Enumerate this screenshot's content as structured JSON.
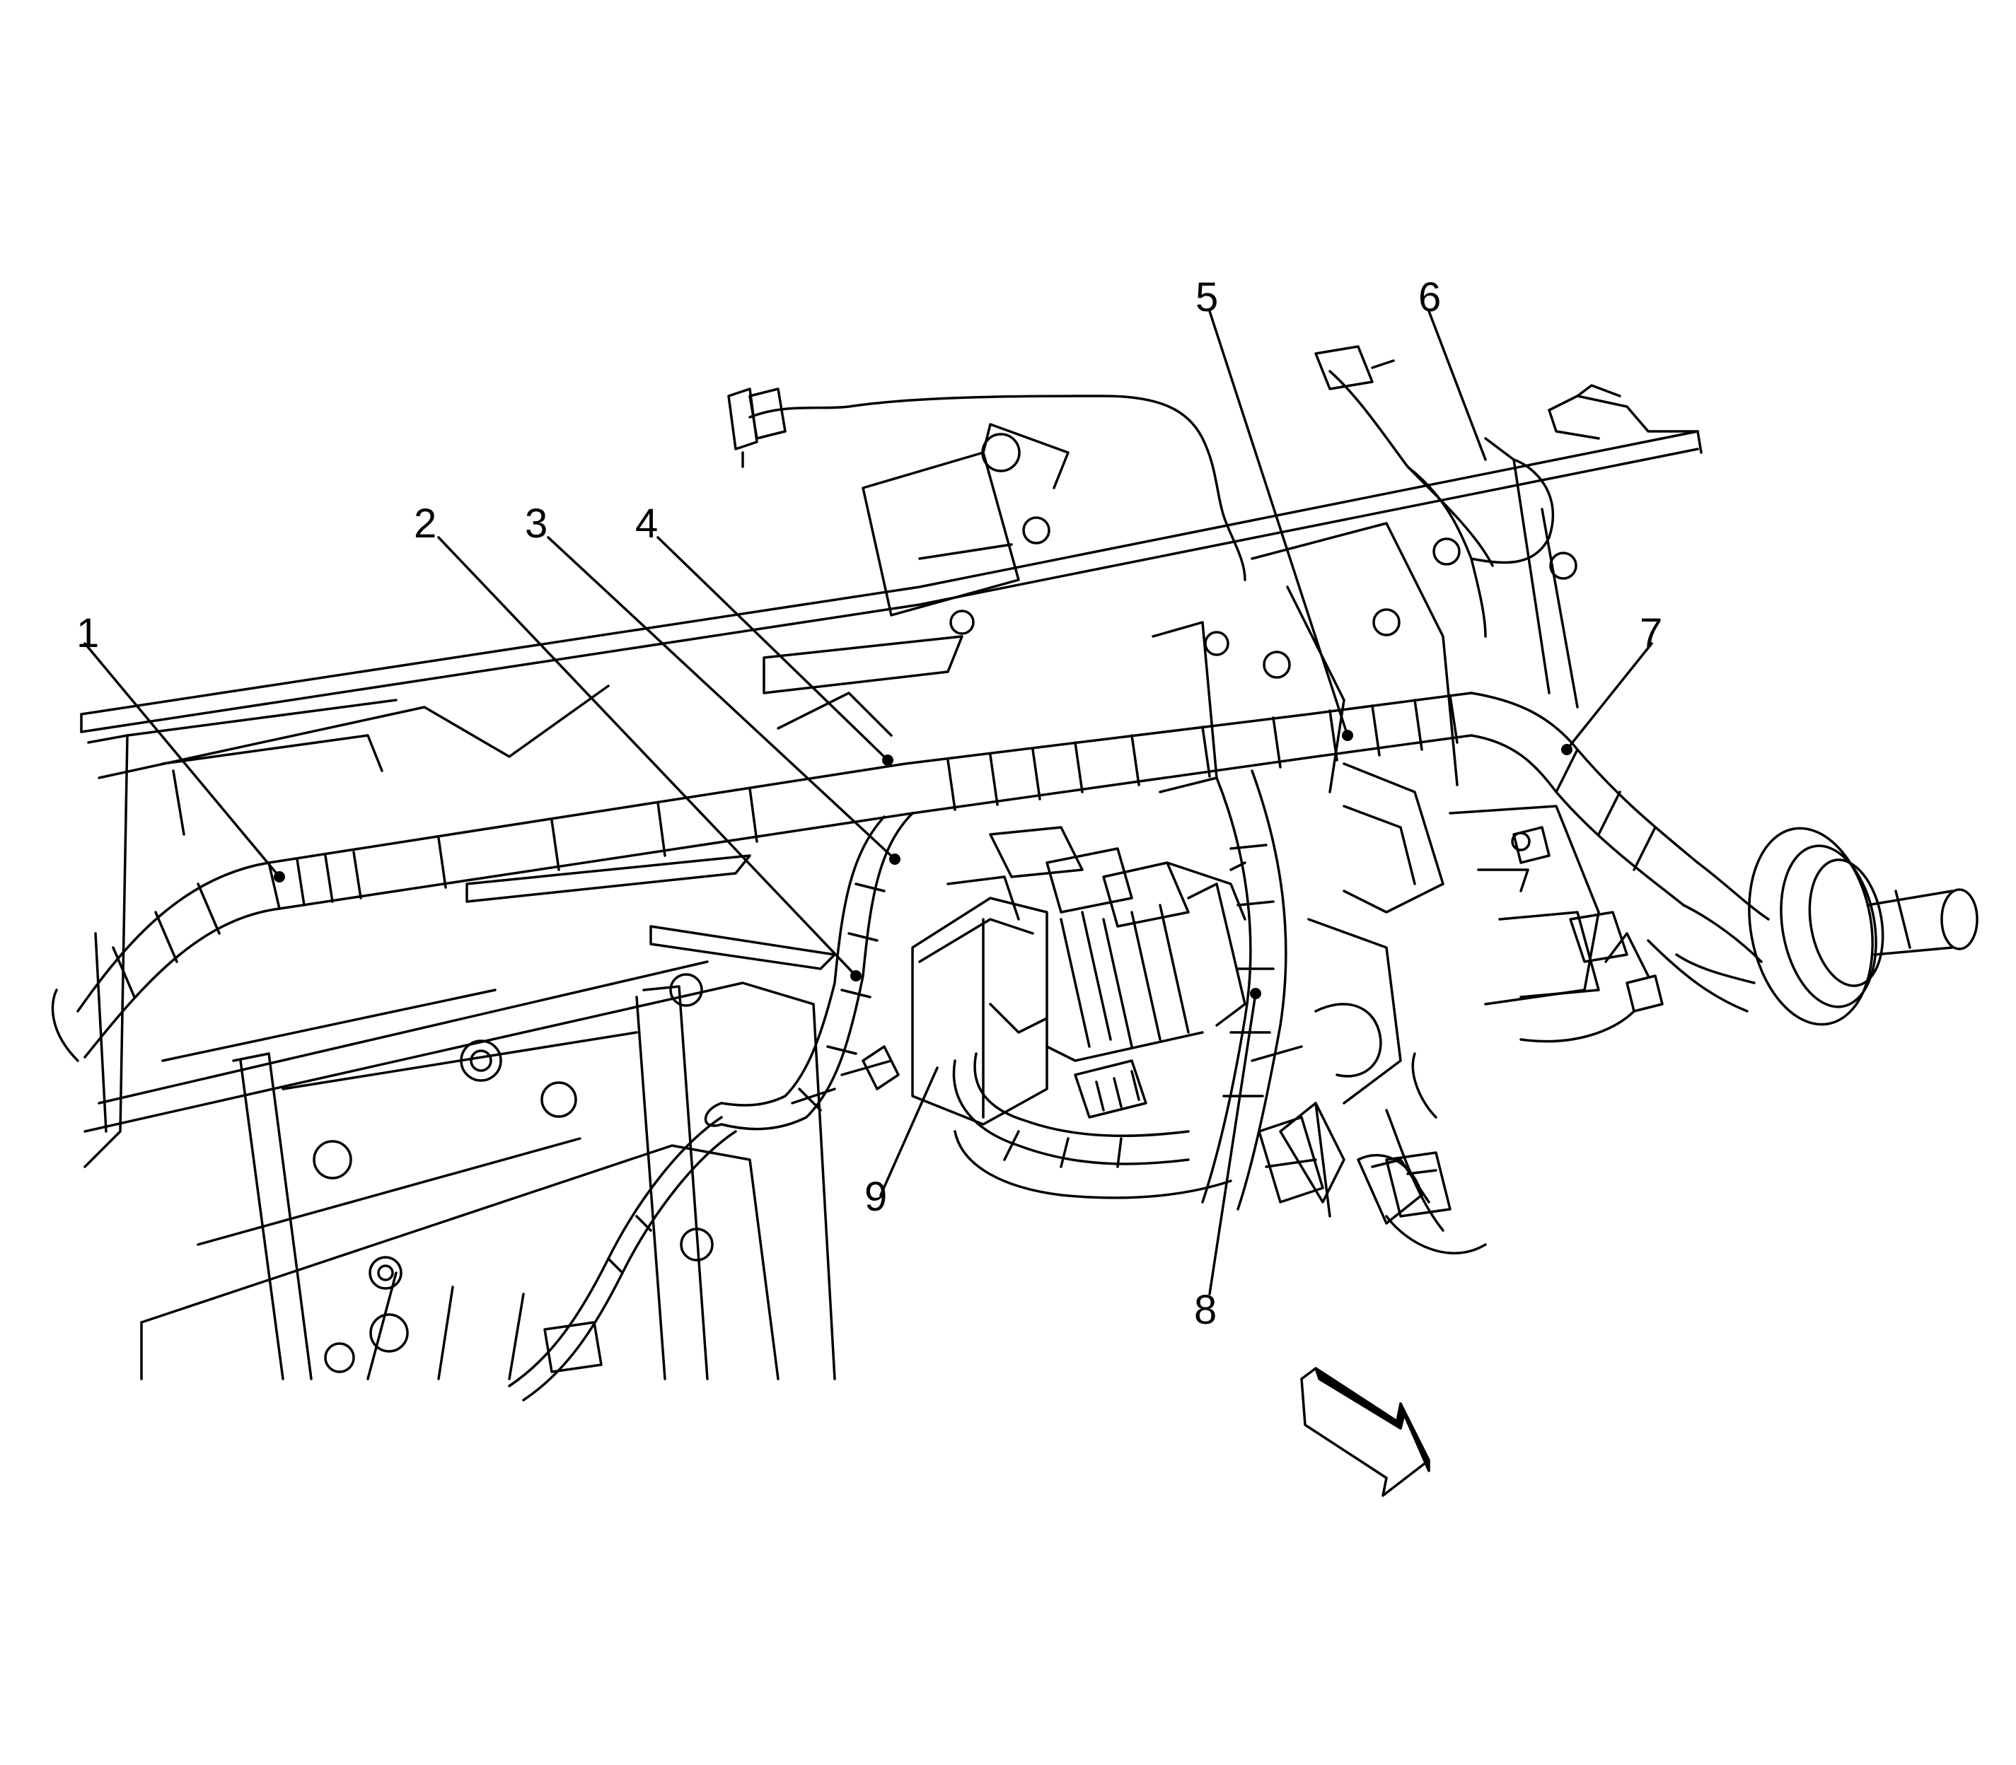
{
  "diagram": {
    "callouts": [
      {
        "id": "1",
        "label": "1"
      },
      {
        "id": "2",
        "label": "2"
      },
      {
        "id": "3",
        "label": "3"
      },
      {
        "id": "4",
        "label": "4"
      },
      {
        "id": "5",
        "label": "5"
      },
      {
        "id": "6",
        "label": "6"
      },
      {
        "id": "7",
        "label": "7"
      },
      {
        "id": "8",
        "label": "8"
      },
      {
        "id": "9",
        "label": "9"
      }
    ],
    "colors": {
      "line": "#000000",
      "background": "#ffffff"
    },
    "icons": [
      "direction-arrow-icon"
    ]
  }
}
